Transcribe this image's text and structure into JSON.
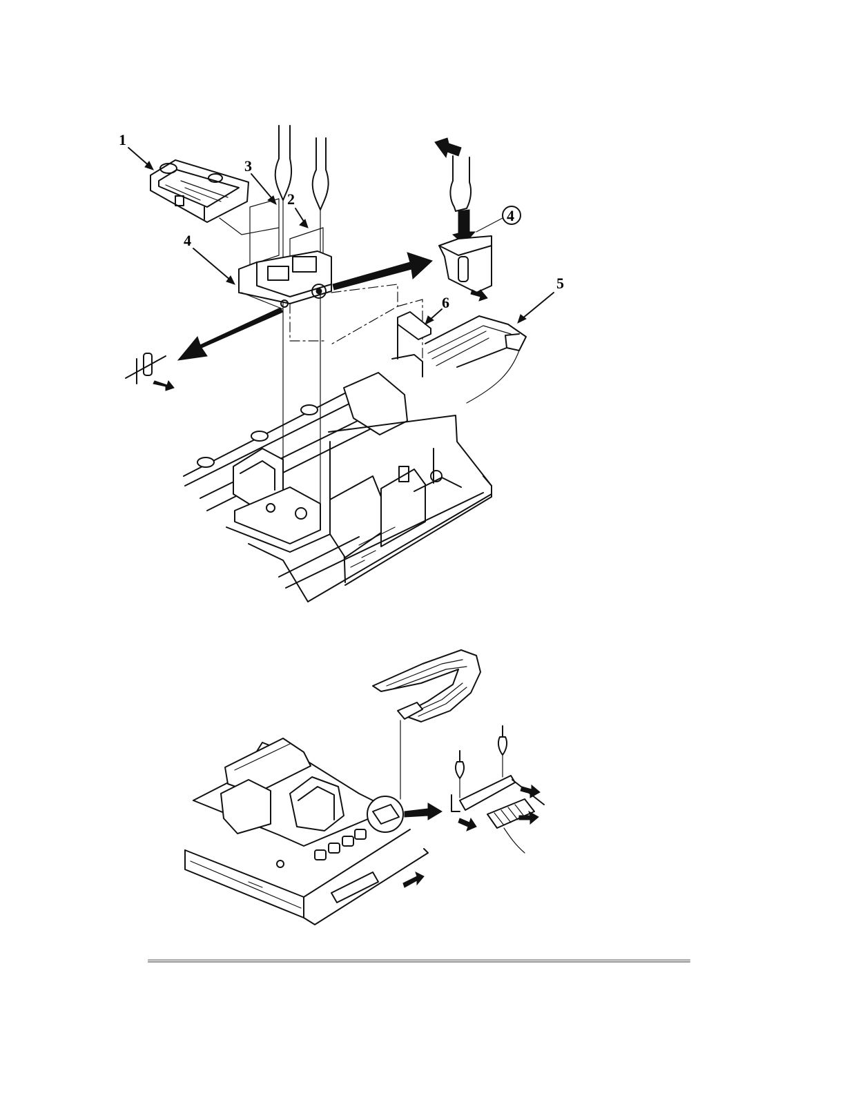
{
  "figure_top": {
    "callouts": [
      "1",
      "2",
      "3",
      "4",
      "5",
      "6",
      "4"
    ]
  },
  "figure_bottom": {
    "callouts": []
  },
  "colors": {
    "ink": "#111111",
    "paper": "#ffffff",
    "rule": "#9a9a9a"
  }
}
